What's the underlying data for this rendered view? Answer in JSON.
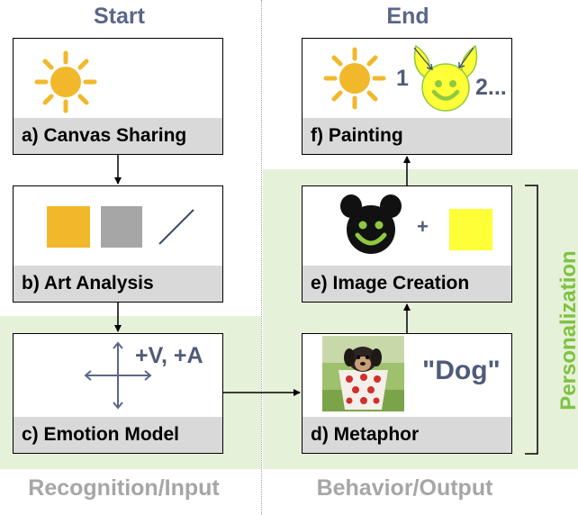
{
  "headings": {
    "start": "Start",
    "end": "End"
  },
  "boxes": {
    "a": "a) Canvas Sharing",
    "b": "b) Art Analysis",
    "c": "c) Emotion Model",
    "d": "d) Metaphor",
    "e": "e) Image Creation",
    "f": "f) Painting"
  },
  "emotion_label": "+V, +A",
  "metaphor_word": "\"Dog\"",
  "painting_steps": {
    "one": "1",
    "two": "2..."
  },
  "plus_sign": "+",
  "side_label": "Personalization",
  "bottom_labels": {
    "left": "Recognition/Input",
    "right": "Behavior/Output"
  },
  "colors": {
    "heading": "#5b6688",
    "green_region": "#e6f1d9",
    "personalization": "#7fc243",
    "caption_bg": "#d9d9d9",
    "sun": "#f1b82b",
    "gray_square": "#a6a6a6",
    "yellow_square": "#ffff38",
    "smile_green": "#90c93f",
    "bottom_label": "#a6a6a6"
  },
  "icons": [
    "sun-icon",
    "yellow-square-icon",
    "gray-square-icon",
    "diagonal-line-icon",
    "axes-cross-icon",
    "puppy-photo",
    "dog-face-icon",
    "bunny-face-icon",
    "arrow-icon"
  ]
}
